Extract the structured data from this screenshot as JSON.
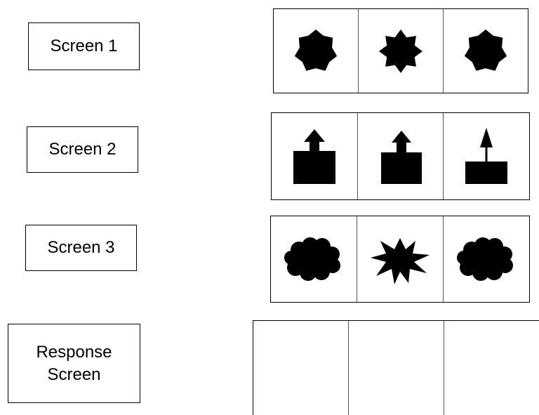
{
  "screens": [
    {
      "label": "Screen 1",
      "stimuli": [
        {
          "shape": "seven-point-star-icon"
        },
        {
          "shape": "eight-point-star-icon"
        },
        {
          "shape": "seven-point-star-icon"
        }
      ]
    },
    {
      "label": "Screen 2",
      "stimuli": [
        {
          "shape": "block-with-arrow-icon"
        },
        {
          "shape": "block-with-arrow-icon"
        },
        {
          "shape": "block-with-triangle-icon"
        }
      ]
    },
    {
      "label": "Screen 3",
      "stimuli": [
        {
          "shape": "cloud-icon"
        },
        {
          "shape": "starburst-icon"
        },
        {
          "shape": "cloud-icon"
        }
      ]
    }
  ],
  "response": {
    "label_line1": "Response",
    "label_line2": "Screen",
    "cells": 3
  },
  "colors": {
    "shape_fill": "#000000",
    "border": "#000000",
    "background": "#ffffff"
  }
}
